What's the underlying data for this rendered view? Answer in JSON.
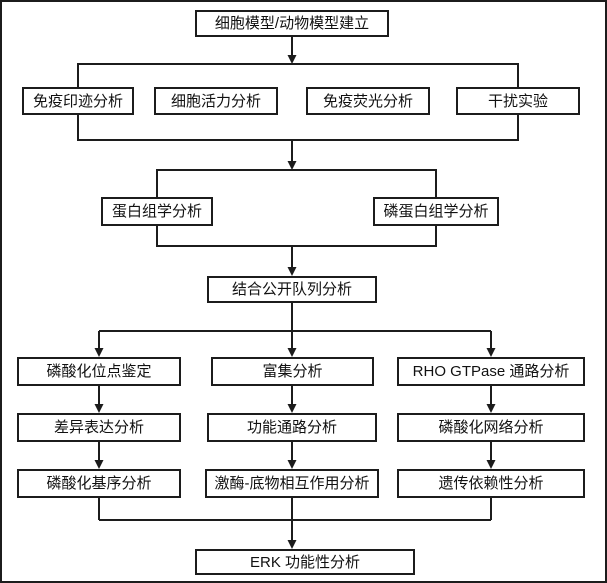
{
  "diagram": {
    "type": "flowchart",
    "colors": {
      "line": "#1c1c1c",
      "box_border": "#1c1c1c",
      "box_fill": "#ffffff",
      "background": "#ffffff",
      "text": "#111111"
    },
    "nodes": {
      "top": {
        "label": "细胞模型/动物模型建立"
      },
      "row2": [
        {
          "label": "免疫印迹分析"
        },
        {
          "label": "细胞活力分析"
        },
        {
          "label": "免疫荧光分析"
        },
        {
          "label": "干扰实验"
        }
      ],
      "row3": [
        {
          "label": "蛋白组学分析"
        },
        {
          "label": "磷蛋白组学分析"
        }
      ],
      "cohort": {
        "label": "结合公开队列分析"
      },
      "col1": [
        {
          "label": "磷酸化位点鉴定"
        },
        {
          "label": "差异表达分析"
        },
        {
          "label": "磷酸化基序分析"
        }
      ],
      "col2": [
        {
          "label": "富集分析"
        },
        {
          "label": "功能通路分析"
        },
        {
          "label": "激酶-底物相互作用分析"
        }
      ],
      "col3": [
        {
          "label": "RHO GTPase 通路分析"
        },
        {
          "label": "磷酸化网络分析"
        },
        {
          "label": "遗传依赖性分析"
        }
      ],
      "final": {
        "label": "ERK 功能性分析"
      }
    }
  }
}
